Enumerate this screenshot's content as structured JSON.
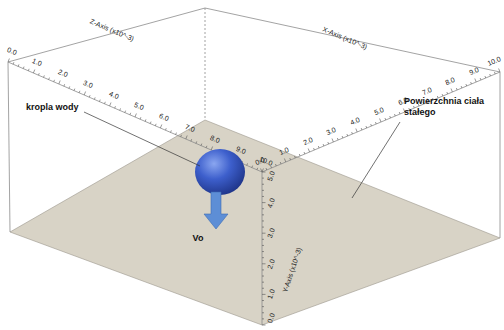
{
  "diagram": {
    "labels": [
      "kropla wody",
      "Powierzchnia ciała stałego",
      "Vo",
      "Z-Axis (x10^-3)",
      "0.0",
      "1.0",
      "2.0",
      "3.0",
      "4.0",
      "5.0",
      "6.0",
      "7.0",
      "8.0",
      "9.0",
      "10.0",
      "X-Axis (x10^-3)",
      "0.0",
      "1.0",
      "2.0",
      "3.0",
      "4.0",
      "5.0",
      "6.0",
      "7.0",
      "8.0",
      "9.0",
      "10.0",
      "Y-Axis (x10^-3)",
      "0.0",
      "1.0",
      "2.0",
      "3.0",
      "4.0",
      "5.0"
    ]
  }
}
